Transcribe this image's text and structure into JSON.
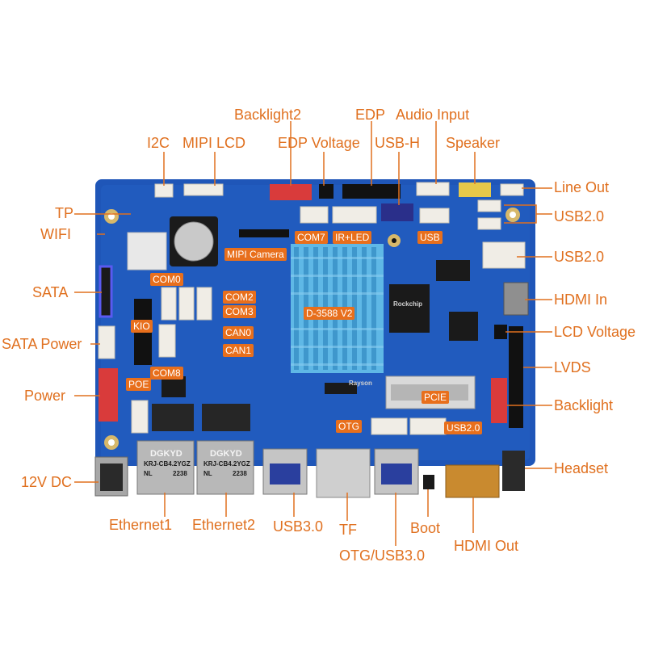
{
  "external_labels": {
    "backlight2": "Backlight2",
    "edp": "EDP",
    "audio_input": "Audio Input",
    "i2c": "I2C",
    "mipi_lcd": "MIPI LCD",
    "edp_voltage": "EDP Voltage",
    "usb_h": "USB-H",
    "speaker": "Speaker",
    "line_out": "Line Out",
    "tp": "TP",
    "usb20_a": "USB2.0",
    "wifi": "WIFI",
    "usb20_b": "USB2.0",
    "sata": "SATA",
    "hdmi_in": "HDMI In",
    "lcd_voltage": "LCD Voltage",
    "sata_power": "SATA Power",
    "lvds": "LVDS",
    "power": "Power",
    "backlight": "Backlight",
    "headset": "Headset",
    "dc_12v": "12V DC",
    "ethernet1": "Ethernet1",
    "ethernet2": "Ethernet2",
    "usb30": "USB3.0",
    "tf": "TF",
    "boot": "Boot",
    "hdmi_out": "HDMI Out",
    "otg_usb30": "OTG/USB3.0"
  },
  "board_tags": {
    "com7": "COM7",
    "ir_led": "IR+LED",
    "usb": "USB",
    "mipi_camera": "MIPI Camera",
    "com0": "COM0",
    "com2": "COM2",
    "com3": "COM3",
    "kio": "KIO",
    "can0": "CAN0",
    "can1": "CAN1",
    "com8": "COM8",
    "poe": "POE",
    "d3588": "D-3588 V2",
    "pcie": "PCIE",
    "otg": "OTG",
    "usb20": "USB2.0"
  },
  "components": {
    "ethernet_jack": {
      "brand": "DGKYD",
      "model": "KRJ-CB4.2YGZ",
      "code_nl": "NL",
      "code": "2238"
    },
    "soc_brand": "Rockchip",
    "heatsink_brand": "Rayson"
  },
  "colors": {
    "label": "#e0701f",
    "tag_bg": "#e86f1c",
    "pcb": "#1f56b8",
    "heatsink": "#5fb8e6"
  }
}
